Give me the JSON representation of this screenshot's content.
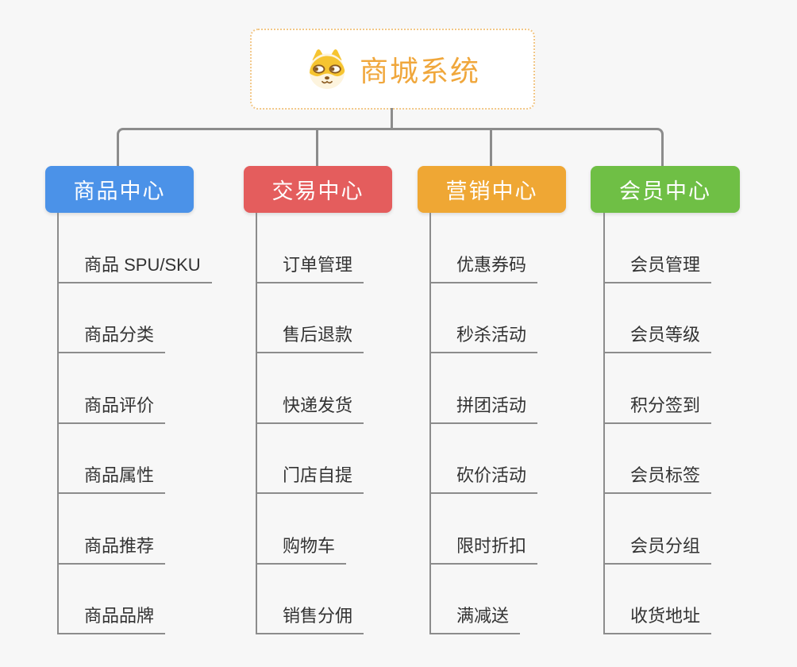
{
  "root": {
    "title": "商城系统",
    "icon": "shiba-dog-icon"
  },
  "branches": [
    {
      "label": "商品中心",
      "items": [
        "商品 SPU/SKU",
        "商品分类",
        "商品评价",
        "商品属性",
        "商品推荐",
        "商品品牌"
      ]
    },
    {
      "label": "交易中心",
      "items": [
        "订单管理",
        "售后退款",
        "快递发货",
        "门店自提",
        "购物车",
        "销售分佣"
      ]
    },
    {
      "label": "营销中心",
      "items": [
        "优惠券码",
        "秒杀活动",
        "拼团活动",
        "砍价活动",
        "限时折扣",
        "满减送"
      ]
    },
    {
      "label": "会员中心",
      "items": [
        "会员管理",
        "会员等级",
        "积分签到",
        "会员标签",
        "会员分组",
        "收货地址"
      ]
    }
  ],
  "colors": {
    "bg": "#f7f7f7",
    "line": "#8c8c8c",
    "item-line": "#8c8c8c",
    "item-text": "#333333",
    "root-text": "#f0a73c",
    "root-border": "#f2c787",
    "b0": "#4b92e8",
    "b1": "#e45d5d",
    "b2": "#efa734",
    "b3": "#6fbf45"
  }
}
